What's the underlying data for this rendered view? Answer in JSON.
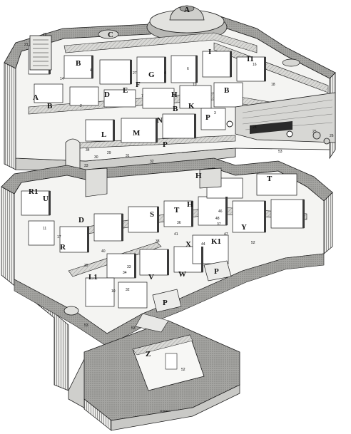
{
  "labels": {
    "a": "A",
    "b": "B",
    "c": "C",
    "d": "D",
    "e": "E",
    "f": "F",
    "g": "G",
    "h": "H",
    "i": "I",
    "k": "K",
    "l": "L",
    "m": "M",
    "n": "N",
    "p": "P",
    "r": "R",
    "s": "S",
    "t": "T",
    "u": "U",
    "v": "V",
    "w": "W",
    "x": "X",
    "y": "Y",
    "z": "Z",
    "r1": "R1",
    "k1": "K1",
    "l1": "L1",
    "i1": "I1"
  },
  "numbers": {
    "n2": "2",
    "n3": "3",
    "n4": "4",
    "n6": "6",
    "n7": "7",
    "n10": "10",
    "n11": "11",
    "n14": "14",
    "n16": "16",
    "n17": "17",
    "n18": "18",
    "n20": "20",
    "n21": "21",
    "n25": "25",
    "n26": "26",
    "n27": "27",
    "n28": "28",
    "n29": "29",
    "n30": "30",
    "n31": "31",
    "n32": "32",
    "n33": "33",
    "n34": "34",
    "n36": "36",
    "n37": "37",
    "n38": "38",
    "n39": "39",
    "n40": "40",
    "n41": "41",
    "n44": "44",
    "n46": "46",
    "n47": "47",
    "n48": "48",
    "n52": "52",
    "n53": "53"
  },
  "colors": {
    "ink": "#1a1a1a",
    "concrete": "#9a9a9a",
    "floor": "#f4f4f2",
    "dome": "#dcdcdc",
    "shadow": "#3a3a3a"
  }
}
